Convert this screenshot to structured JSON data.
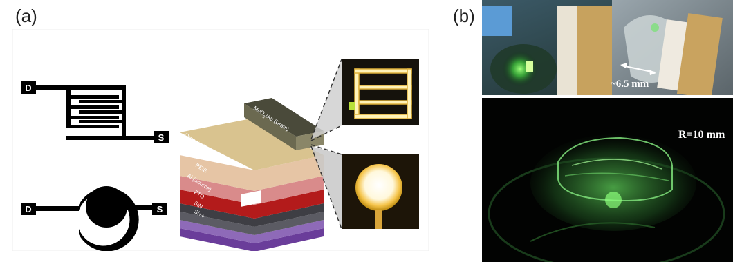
{
  "figure": {
    "panel_a_label": "(a)",
    "panel_b_label": "(b)"
  },
  "panel_a": {
    "interdigitated_pixel": {
      "drain_pad": "D",
      "source_pad": "S"
    },
    "circular_pixel": {
      "drain_pad": "D",
      "source_pad": "S"
    },
    "stack_layers": {
      "moo3_au_drain": "MoO",
      "moo3_subscript": "3",
      "moo3_suffix": "/Au (Drain)",
      "organic_emissive_1": "Organic Emissive",
      "organic_emissive_2": "Layer",
      "peie": "PEIE",
      "al_source": "Al (Source)",
      "zto": "ZTO",
      "sin": "SiN",
      "si": "Si++"
    }
  },
  "panel_b": {
    "top_photo_annotation": "~6.5 mm",
    "bottom_photo_annotation": "R=10 mm"
  }
}
